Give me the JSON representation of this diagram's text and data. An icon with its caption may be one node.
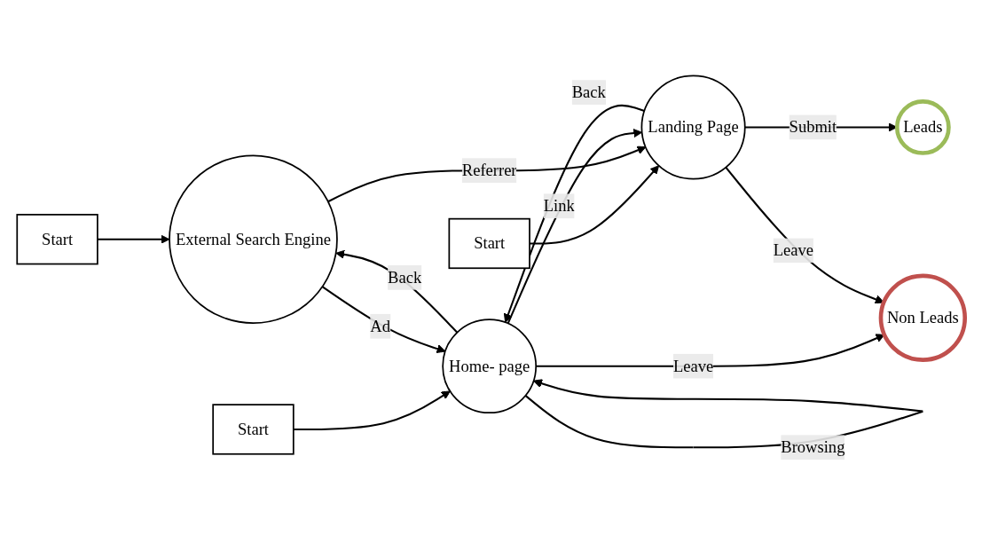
{
  "diagram": {
    "nodes": [
      {
        "text": [
          "Start"
        ]
      },
      {
        "text": [
          "Start"
        ]
      },
      {
        "text": [
          "Start"
        ]
      },
      {
        "text": [
          "External Search Engine"
        ]
      },
      {
        "text": [
          "Home- page"
        ]
      },
      {
        "text": [
          "Landing Page"
        ]
      },
      {
        "text": [
          "Leads"
        ]
      },
      {
        "text": [
          "Non Leads"
        ]
      }
    ],
    "edges": [
      {
        "from": 0,
        "to": 3,
        "arrow": "to"
      },
      {
        "from": 1,
        "to": 4,
        "arrow": "to"
      },
      {
        "from": 2,
        "to": 5,
        "arrow": "to"
      },
      {
        "from": 3,
        "to": 4,
        "arrow": "to",
        "label": "Ad"
      },
      {
        "from": 4,
        "to": 3,
        "arrow": "to",
        "label": "Back"
      },
      {
        "from": 4,
        "to": 4,
        "arrow": "to",
        "label": "Browsing"
      },
      {
        "from": 3,
        "to": 5,
        "arrow": "to",
        "label": "Referrer"
      },
      {
        "from": 4,
        "to": 5,
        "arrow": "to",
        "label": "Link"
      },
      {
        "from": 5,
        "to": 4,
        "arrow": "to",
        "label": "Back"
      },
      {
        "from": 5,
        "to": 6,
        "arrow": "to",
        "label": "Submit"
      },
      {
        "from": 4,
        "to": 7,
        "arrow": "to",
        "label": "Leave"
      },
      {
        "from": 5,
        "to": 7,
        "arrow": "to",
        "label": "Leave"
      }
    ]
  }
}
